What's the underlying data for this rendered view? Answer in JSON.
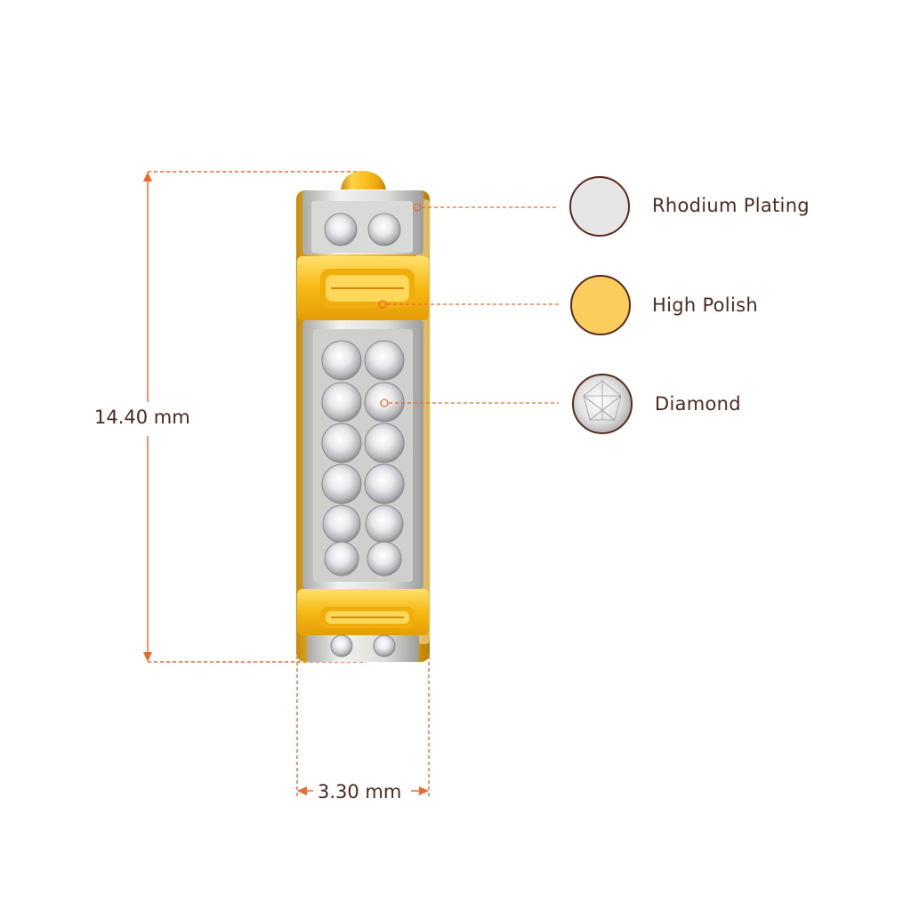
{
  "dimensions": {
    "height": "14.40 mm",
    "width": "3.30 mm"
  },
  "legend": [
    {
      "label": "Rhodium Plating",
      "swatch": "#e6e6e6",
      "icon": "rhodium-swatch-icon"
    },
    {
      "label": "High Polish",
      "swatch": "#fbcd5c",
      "icon": "gold-swatch-icon"
    },
    {
      "label": "Diamond",
      "swatch": "#dcdcdc",
      "icon": "diamond-swatch-icon"
    }
  ],
  "colors": {
    "dimension_line": "#ec6a2e",
    "text": "#4a2a22",
    "gold": "#f7c22b",
    "white_gold": "#d8d8d6"
  }
}
